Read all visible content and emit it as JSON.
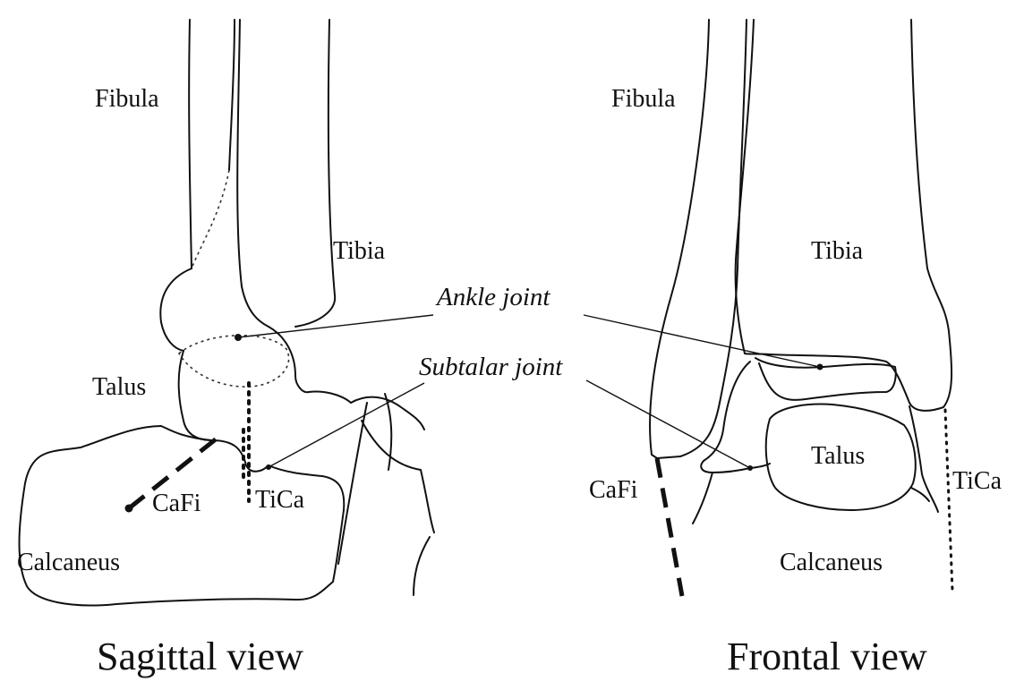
{
  "sagittal": {
    "title": "Sagittal view",
    "labels": {
      "fibula": "Fibula",
      "tibia": "Tibia",
      "talus": "Talus",
      "calcaneus": "Calcaneus",
      "cafi": "CaFi",
      "tica": "TiCa"
    }
  },
  "frontal": {
    "title": "Frontal view",
    "labels": {
      "fibula": "Fibula",
      "tibia": "Tibia",
      "talus": "Talus",
      "calcaneus": "Calcaneus",
      "cafi": "CaFi",
      "tica": "TiCa"
    }
  },
  "joints": {
    "ankle": "Ankle joint",
    "subtalar": "Subtalar joint"
  }
}
